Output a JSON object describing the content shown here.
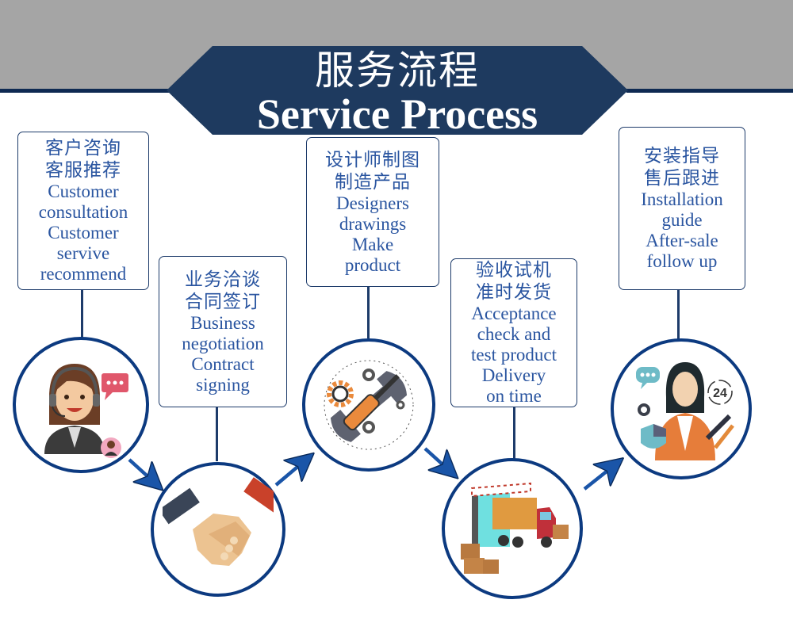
{
  "header": {
    "title_cn": "服务流程",
    "title_en": "Service Process"
  },
  "colors": {
    "header_band": "#a5a5a5",
    "banner_fill": "#1e3a5f",
    "accent_line": "#0e2a52",
    "circle_border": "#0c3a80",
    "arrow": "#1a55a8",
    "text": "#2a55a0"
  },
  "steps": [
    {
      "cn": [
        "客户咨询",
        "客服推荐"
      ],
      "en": [
        "Customer",
        "consultation",
        "Customer",
        "servive",
        "recommend"
      ],
      "icon": "customer-service-agent-icon"
    },
    {
      "cn": [
        "业务洽谈",
        "合同签订"
      ],
      "en": [
        "Business",
        "negotiation",
        "Contract",
        "signing"
      ],
      "icon": "handshake-icon"
    },
    {
      "cn": [
        "设计师制图",
        "制造产品"
      ],
      "en": [
        "Designers",
        "drawings",
        "Make",
        "product"
      ],
      "icon": "wrench-screwdriver-gears-icon"
    },
    {
      "cn": [
        "验收试机",
        "准时发货"
      ],
      "en": [
        "Acceptance",
        "check and",
        "test product",
        "Delivery",
        "on time"
      ],
      "icon": "delivery-truck-icon"
    },
    {
      "cn": [
        "安装指导",
        "售后跟进"
      ],
      "en": [
        "Installation",
        "guide",
        "After-sale",
        "follow up"
      ],
      "icon": "after-sales-support-icon",
      "badge_24": "24"
    }
  ]
}
